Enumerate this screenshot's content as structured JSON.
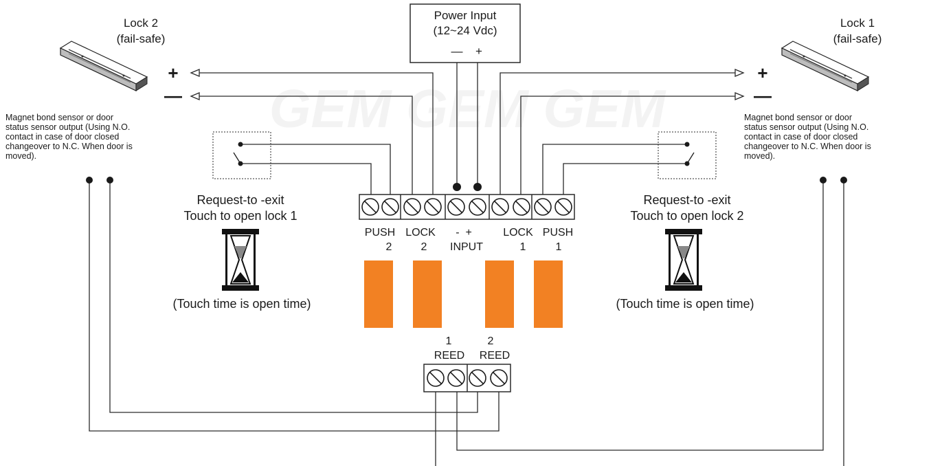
{
  "power": {
    "title": "Power Input",
    "range": "(12~24 Vdc)",
    "minus": "—",
    "plus": "+"
  },
  "watermark": "GEM GEM GEM",
  "lock2": {
    "title": "Lock 2",
    "sub": "(fail-safe)",
    "plus": "+",
    "minus": "—",
    "note": [
      "Magnet bond sensor or door",
      "status sensor output (Using N.O.",
      "contact in case of door closed",
      "changeover to N.C. When door is",
      "moved)."
    ]
  },
  "lock1": {
    "title": "Lock 1",
    "sub": "(fail-safe)",
    "plus": "+",
    "minus": "—",
    "note": [
      "Magnet bond sensor or door",
      "status sensor output (Using N.O.",
      "contact in case of door closed",
      "changeover to N.C. When door is",
      "moved)."
    ]
  },
  "rte_left": {
    "line1": "Request-to -exit",
    "line2": "Touch to open lock 1",
    "caption": "(Touch time is open time)"
  },
  "rte_right": {
    "line1": "Request-to -exit",
    "line2": "Touch to open lock 2",
    "caption": "(Touch time is open time)"
  },
  "terminals": {
    "push2": "PUSH",
    "push2_num": "2",
    "lock2": "LOCK",
    "lock2_num": "2",
    "input_sign": "-  +",
    "input": "INPUT",
    "lock1": "LOCK",
    "lock1_num": "1",
    "push1": "PUSH",
    "push1_num": "1"
  },
  "reed": {
    "num1": "1",
    "num2": "2",
    "label1": "REED",
    "label2": "REED"
  },
  "colors": {
    "relay": "#f28123",
    "line": "#2a2a2a",
    "watermark": "#f3f3f3"
  }
}
